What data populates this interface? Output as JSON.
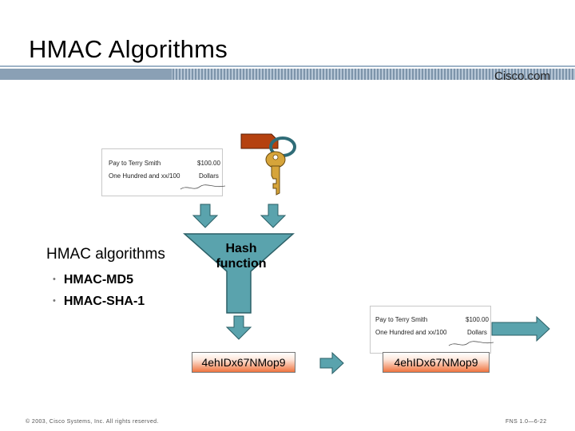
{
  "slide": {
    "title": "HMAC Algorithms",
    "brand": "Cisco.com",
    "heading": "HMAC algorithms",
    "bullets": [
      "HMAC-MD5",
      "HMAC-SHA-1"
    ],
    "hash_label_line1": "Hash",
    "hash_label_line2": "function",
    "hash_output": "4ehIDx67NMop9",
    "hash_output_2": "4ehIDx67NMop9",
    "footer_left": "© 2003, Cisco Systems, Inc. All rights reserved.",
    "footer_right": "FNS 1.0—6-22"
  },
  "check_top": {
    "pay": "Pay to Terry Smith",
    "amount": "$100.00",
    "words": "One Hundred and xx/100",
    "dollars": "Dollars"
  },
  "check_bottom": {
    "pay": "Pay to Terry Smith",
    "amount": "$100.00",
    "words": "One Hundred and xx/100",
    "dollars": "Dollars"
  },
  "colors": {
    "arrow_fill": "#5aa3ad",
    "funnel_fill": "#5aa3ad",
    "key_fill": "#d6a43a",
    "tag_fill": "#b5410f",
    "ring_fill": "#2f6c77"
  },
  "icons": [
    "key-icon",
    "key-tag-icon"
  ]
}
